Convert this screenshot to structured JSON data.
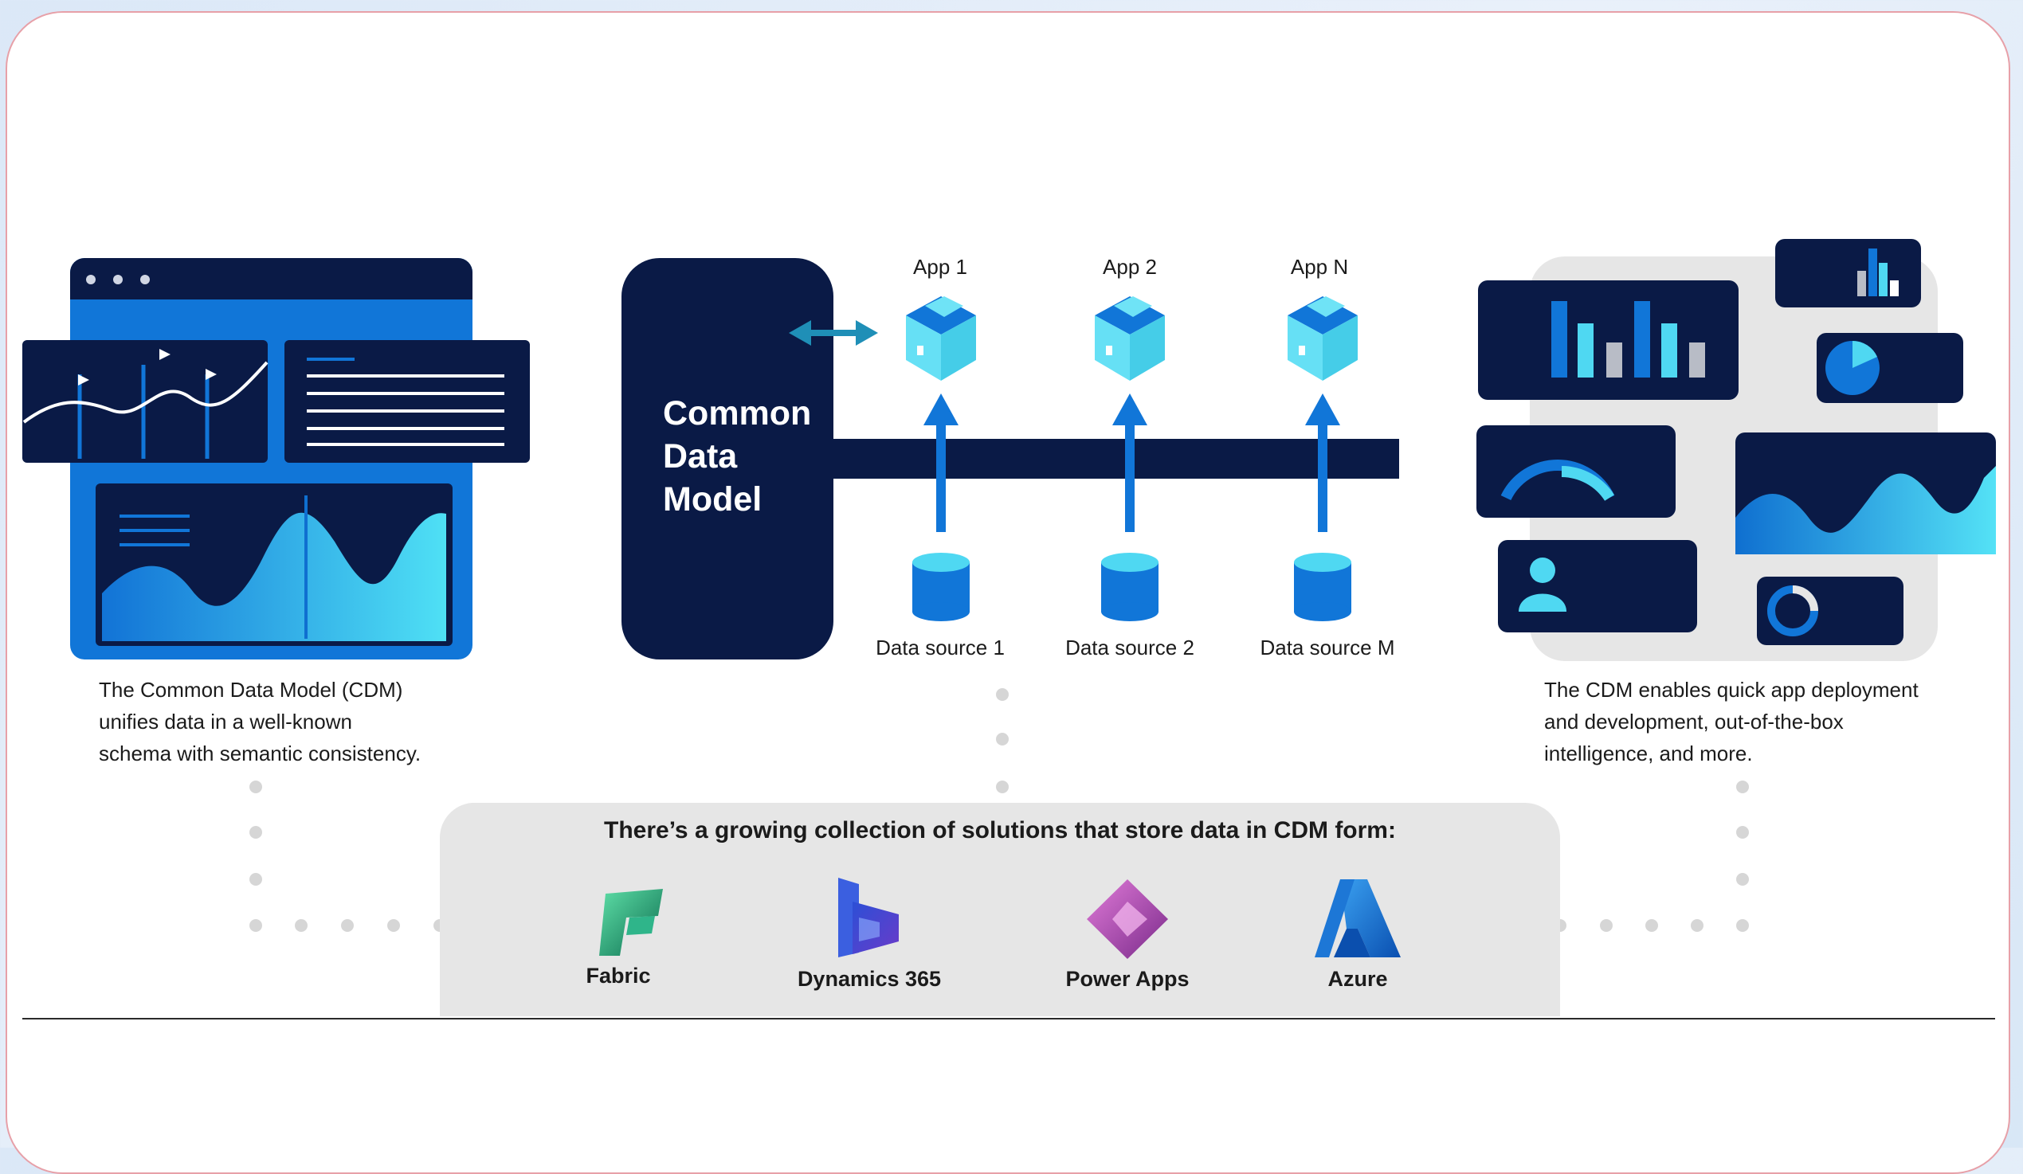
{
  "cdm_block": {
    "lines": [
      "Common",
      "Data",
      "Model"
    ]
  },
  "apps": [
    "App 1",
    "App 2",
    "App N"
  ],
  "data_sources": [
    "Data source 1",
    "Data source 2",
    "Data source M"
  ],
  "left_description": [
    "The Common Data Model (CDM)",
    "unifies data in a well-known",
    "schema with semantic consistency."
  ],
  "right_description": [
    "The CDM enables quick app deployment",
    "and development, out-of-the-box",
    "intelligence, and more."
  ],
  "solutions": {
    "title": "There’s a growing collection of solutions that store data in CDM form:",
    "products": [
      {
        "label": "Fabric",
        "icon": "fabric-logo"
      },
      {
        "label": "Dynamics 365",
        "icon": "dynamics-365-logo"
      },
      {
        "label": "Power Apps",
        "icon": "power-apps-logo"
      },
      {
        "label": "Azure",
        "icon": "azure-logo"
      }
    ]
  },
  "colors": {
    "navy": "#0a1a46",
    "blue": "#0f6fd0",
    "cyan": "#4fd8f2",
    "panel_gray": "#e6e6e6",
    "dot_gray": "#d6d6d6",
    "arrow_teal": "#1f8fb7"
  }
}
